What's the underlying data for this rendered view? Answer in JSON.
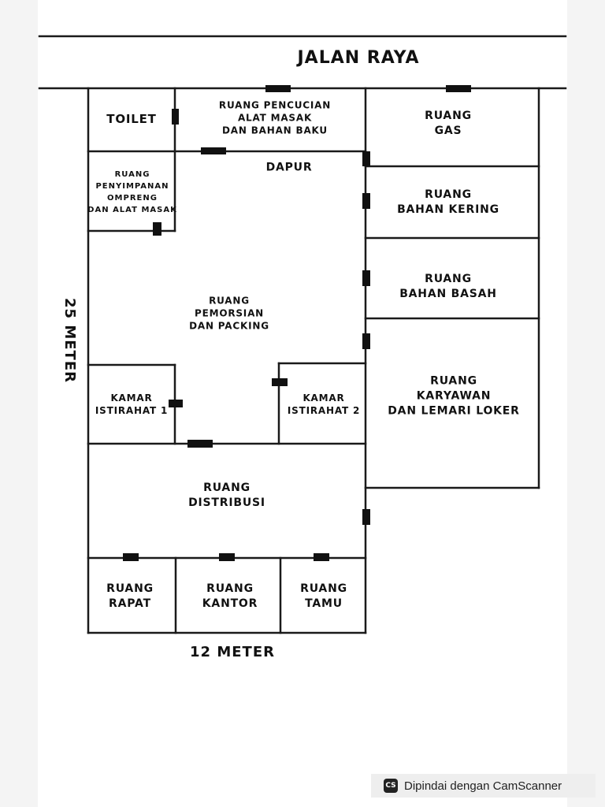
{
  "road": {
    "label": "JALAN RAYA"
  },
  "dimensions": {
    "width": "12 METER",
    "height": "25 METER"
  },
  "rooms": {
    "toilet": [
      "TOILET"
    ],
    "pencucian": [
      "RUANG PENCUCIAN",
      "ALAT MASAK",
      "DAN BAHAN BAKU"
    ],
    "gas": [
      "RUANG",
      "GAS"
    ],
    "dapur": [
      "DAPUR"
    ],
    "penyimpanan": [
      "RUANG",
      "PENYIMPANAN",
      "OMPRENG",
      "DAN ALAT MASAK"
    ],
    "bahan_kering": [
      "RUANG",
      "BAHAN KERING"
    ],
    "bahan_basah": [
      "RUANG",
      "BAHAN BASAH"
    ],
    "pemorsian": [
      "RUANG",
      "PEMORSIAN",
      "DAN PACKING"
    ],
    "karyawan": [
      "RUANG",
      "KARYAWAN",
      "DAN LEMARI LOKER"
    ],
    "kamar1": [
      "KAMAR",
      "ISTIRAHAT 1"
    ],
    "kamar2": [
      "KAMAR",
      "ISTIRAHAT 2"
    ],
    "distribusi": [
      "RUANG",
      "DISTRIBUSI"
    ],
    "rapat": [
      "RUANG",
      "RAPAT"
    ],
    "kantor": [
      "RUANG",
      "KANTOR"
    ],
    "tamu": [
      "RUANG",
      "TAMU"
    ]
  },
  "watermark": {
    "icon": "CS",
    "text": "Dipindai dengan CamScanner"
  }
}
